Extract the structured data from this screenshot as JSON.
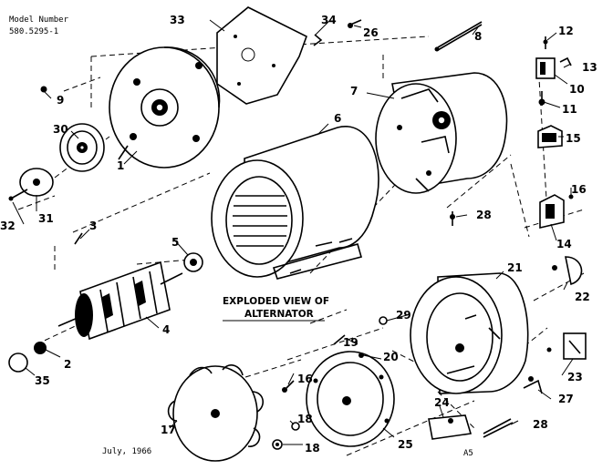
{
  "header": {
    "model_label": "Model Number",
    "model_number": "580.5295-1"
  },
  "title_lines": [
    "EXPLODED VIEW OF",
    "ALTERNATOR"
  ],
  "footer": {
    "date": "July, 1966",
    "page_code": "A5"
  },
  "part_labels": {
    "p1": "1",
    "p2": "2",
    "p3": "3",
    "p4": "4",
    "p5": "5",
    "p6": "6",
    "p7": "7",
    "p8": "8",
    "p9": "9",
    "p10": "10",
    "p11": "11",
    "p12": "12",
    "p13": "13",
    "p14": "14",
    "p15": "15",
    "p16a": "16",
    "p16b": "16",
    "p17": "17",
    "p18a": "18",
    "p18b": "18",
    "p19": "19",
    "p20": "20",
    "p21": "21",
    "p22": "22",
    "p23": "23",
    "p24": "24",
    "p25": "25",
    "p26": "26",
    "p27": "27",
    "p28a": "28",
    "p28b": "28",
    "p29": "29",
    "p30": "30",
    "p31": "31",
    "p32": "32",
    "p33": "33",
    "p34": "34",
    "p35": "35"
  }
}
